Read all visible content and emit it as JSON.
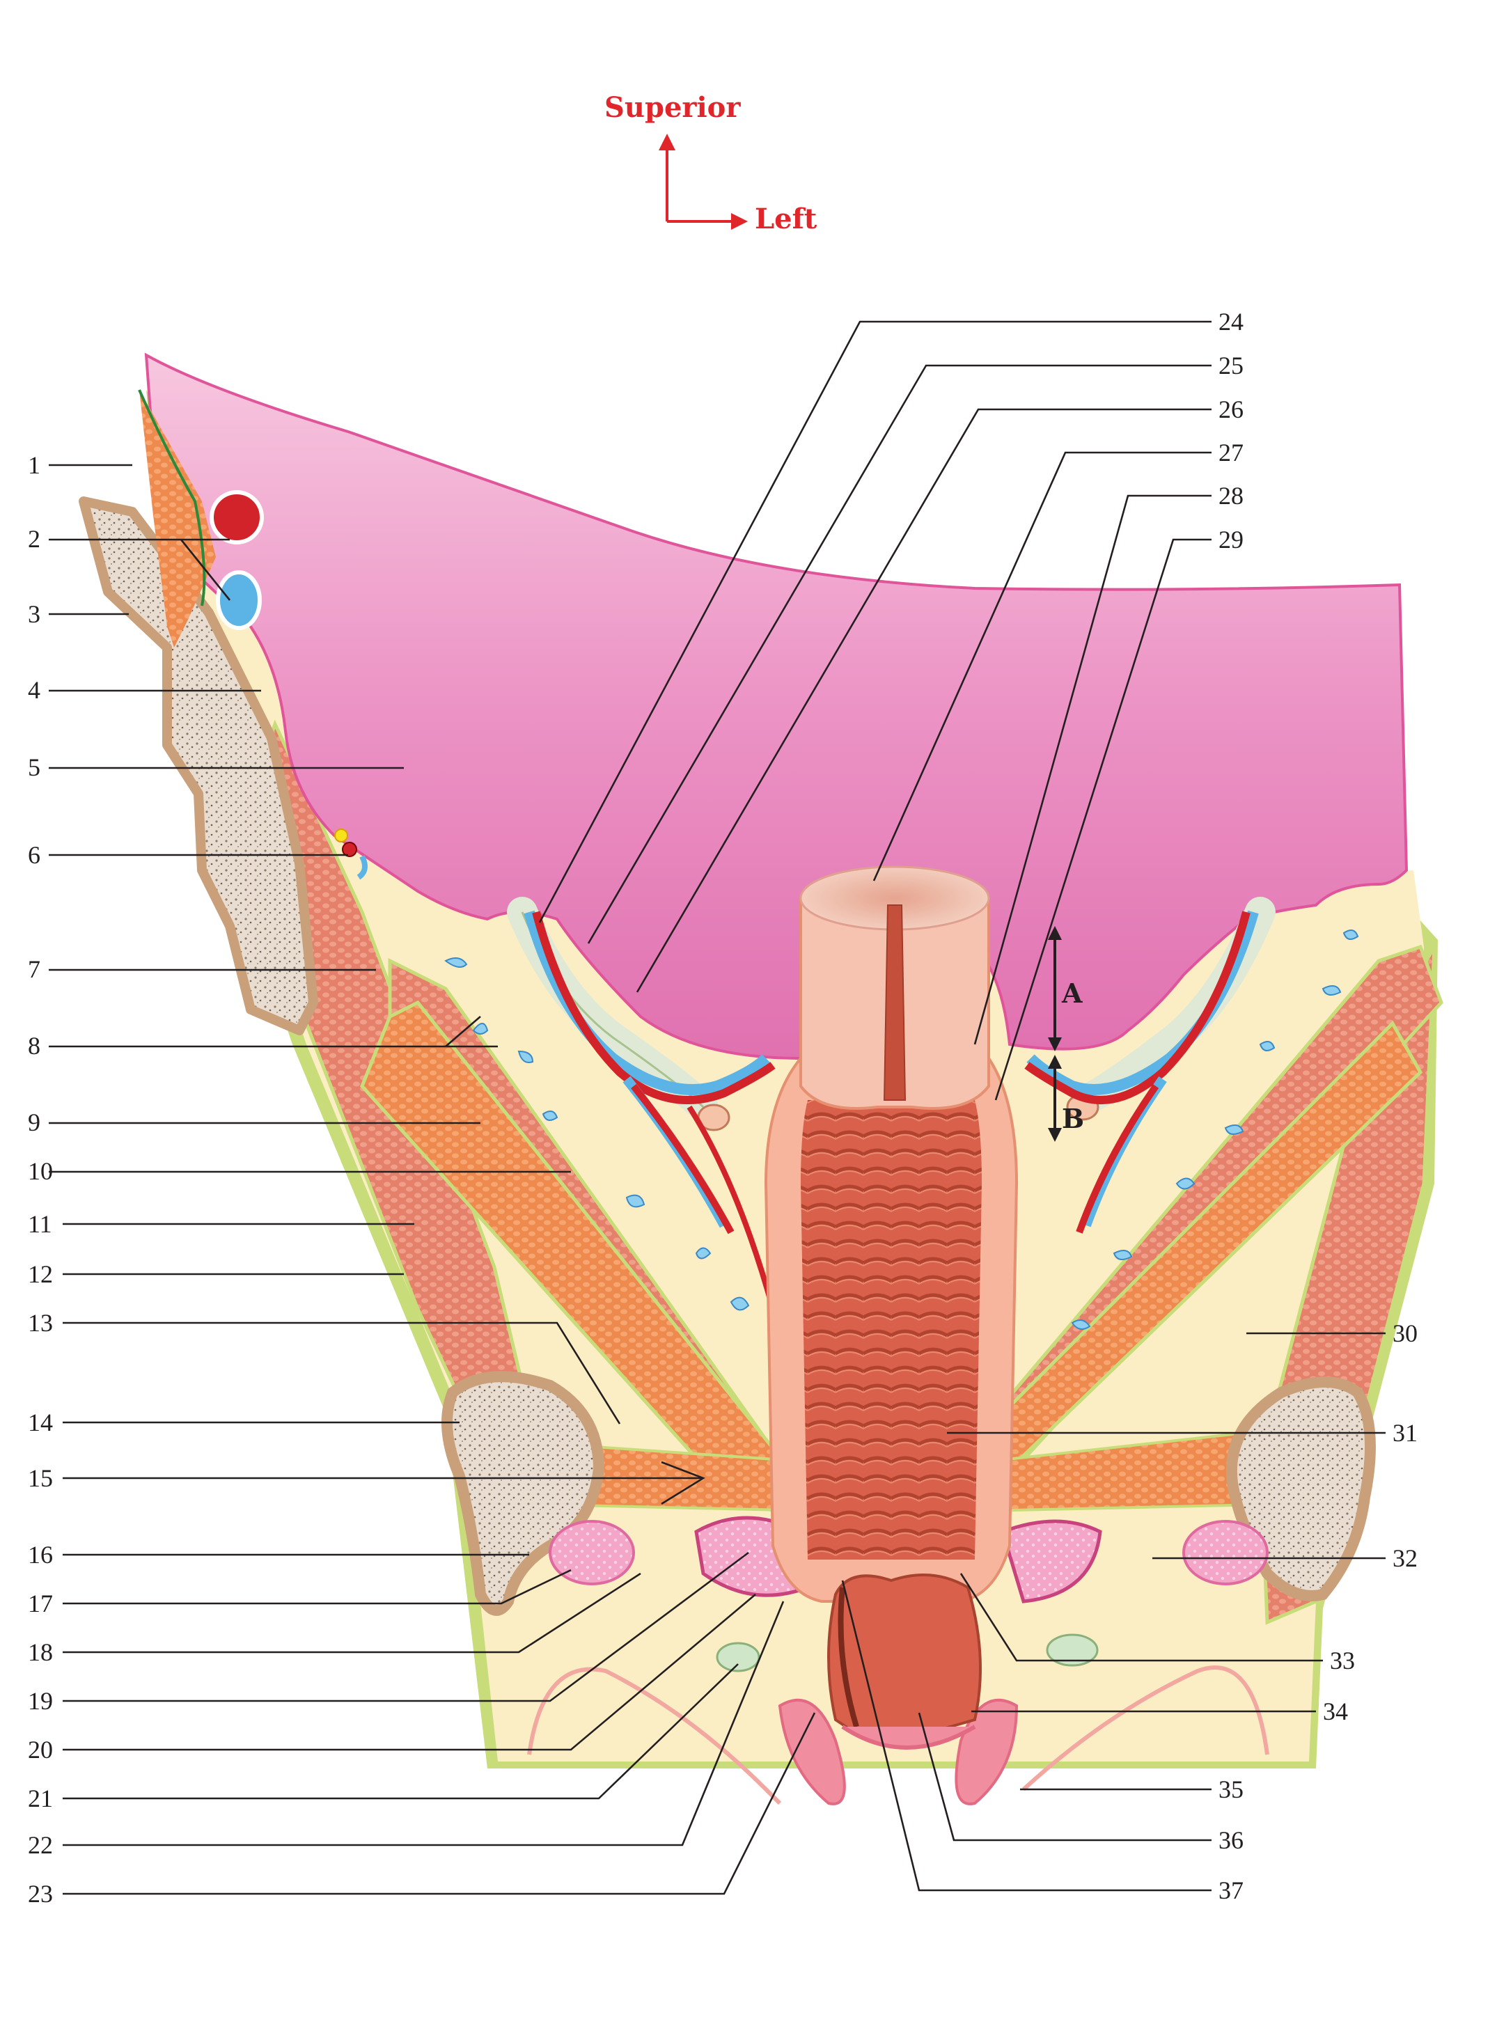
{
  "compass": {
    "up_label": "Superior",
    "right_label": "Left",
    "color": "#e1262b"
  },
  "labels_left": [
    "1",
    "2",
    "3",
    "4",
    "5",
    "6",
    "7",
    "8",
    "9",
    "10",
    "11",
    "12",
    "13",
    "14",
    "15",
    "16",
    "17",
    "18",
    "19",
    "20",
    "21",
    "22",
    "23"
  ],
  "labels_right": [
    "24",
    "25",
    "26",
    "27",
    "28",
    "29",
    "30",
    "31",
    "32",
    "33",
    "34",
    "35",
    "36",
    "37"
  ],
  "dimension_markers": [
    "A",
    "B"
  ],
  "colors": {
    "peritoneum_pink": "#ee9ccd",
    "fat_yellow": "#fbeec4",
    "muscle_orange": "#ef8a4f",
    "levator_red": "#e5806a",
    "bone_tan": "#c9a07a",
    "fascia_green": "#c9dc7a",
    "artery_red": "#d2232a",
    "vein_blue": "#5bb4e5",
    "nerve_yellow": "#f7e21b",
    "rectum_coral": "#d9604a",
    "ureter_pale": "#dfe9d6"
  }
}
